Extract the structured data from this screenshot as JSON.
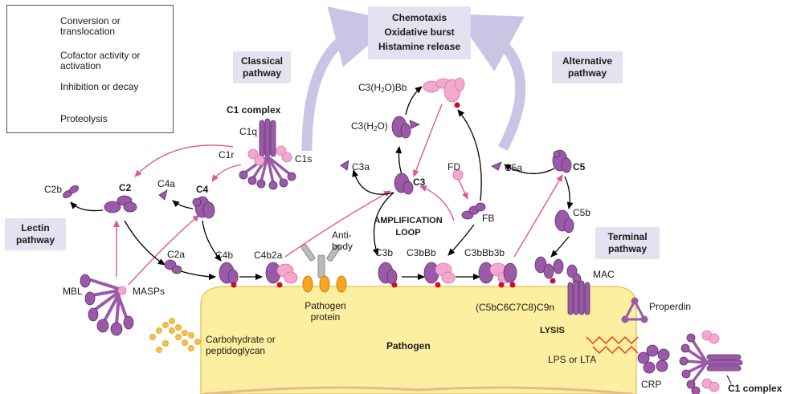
{
  "legend": {
    "conversion": "Conversion or translocation",
    "cofactor": "Cofactor activity or activation",
    "inhibition": "Inhibition or decay",
    "proteolysis": "Proteolysis"
  },
  "colors": {
    "conversion": "#000000",
    "cofactor": "#1f9ad6",
    "inhibition": "#c8102e",
    "proteolysis": "#e0569b",
    "protein": "#9a5aa8",
    "protein_light": "#f2a8cf",
    "pathogen": "#fdefa0",
    "effector_arrow": "#ccc4e4",
    "lps": "#e85020"
  },
  "outcomes": {
    "line1": "Chemotaxis",
    "line2": "Oxidative burst",
    "line3": "Histamine release"
  },
  "pathways": {
    "classical": [
      "Classical",
      "pathway"
    ],
    "alternative": [
      "Alternative",
      "pathway"
    ],
    "lectin": [
      "Lectin",
      "pathway"
    ],
    "terminal": [
      "Terminal",
      "pathway"
    ]
  },
  "labels": {
    "c1_complex": "C1 complex",
    "c1q": "C1q",
    "c1r": "C1r",
    "c1s": "C1s",
    "c2": "C2",
    "c2b": "C2b",
    "c2a": "C2a",
    "c4": "C4",
    "c4a": "C4a",
    "c4b": "C4b",
    "c4b2a": "C4b2a",
    "antibody": [
      "Anti-",
      "body"
    ],
    "pathogen_protein": [
      "Pathogen",
      "protein"
    ],
    "mbl": "MBL",
    "masps": "MASPs",
    "carbohydrate": [
      "Carbohydrate or",
      "peptidoglycan"
    ],
    "pathogen": "Pathogen",
    "c3": "C3",
    "c3a": "C3a",
    "c3h2o_base": "C3(H",
    "c3h2o_sub": "2",
    "c3h2o_tail": "O)",
    "c3h2obb_tail": "O)Bb",
    "fd": "FD",
    "fb": "FB",
    "amplification": [
      "AMPLIFICATION",
      "LOOP"
    ],
    "c3b": "C3b",
    "c3bbb": "C3bBb",
    "c3bbb3b": "C3bBb3b",
    "c5": "C5",
    "c5a": "C5a",
    "c5b": "C5b",
    "mac": "MAC",
    "mac_formula": "(C5bC6C7C8)C9n",
    "lysis": "LYSIS",
    "lps": "LPS or LTA",
    "properdin": "Properdin",
    "crp": "CRP",
    "c1_complex_bottom": "C1 complex"
  }
}
